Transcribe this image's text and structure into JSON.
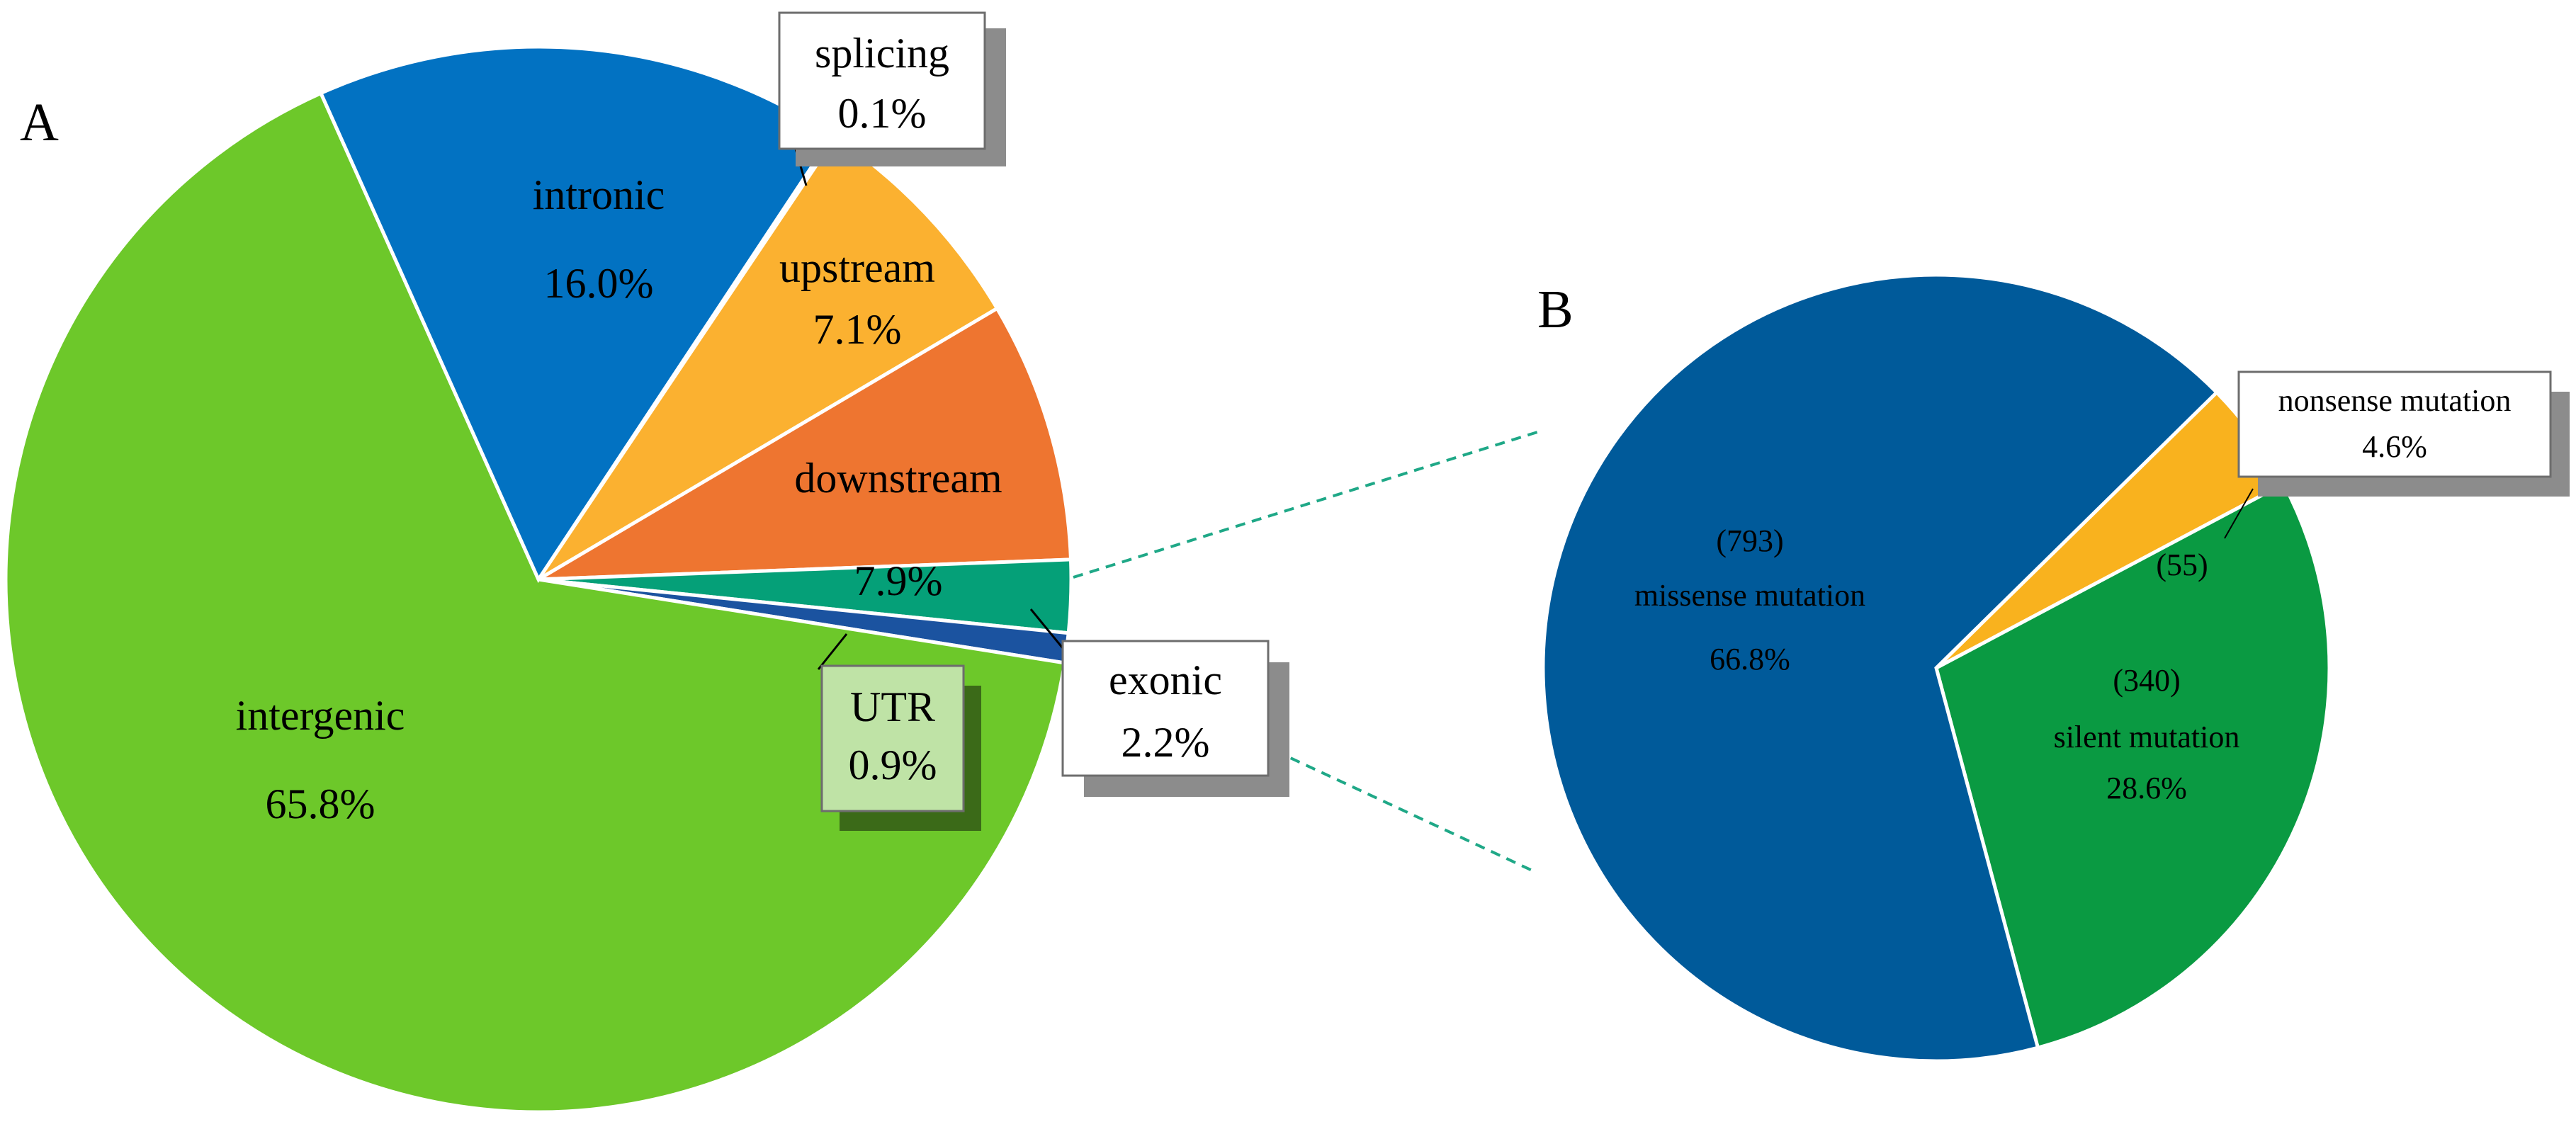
{
  "panels": {
    "a_letter": "A",
    "b_letter": "B"
  },
  "chart_data": [
    {
      "type": "pie",
      "panel": "A",
      "slices": [
        {
          "label": "splicing",
          "value": 0.1,
          "value_text": "0.1%",
          "color": "#72b8e6"
        },
        {
          "label": "upstream",
          "value": 7.1,
          "value_text": "7.1%",
          "color": "#fbb130"
        },
        {
          "label": "downstream",
          "value": 7.9,
          "value_text": "7.9%",
          "color": "#ee7530"
        },
        {
          "label": "exonic",
          "value": 2.2,
          "value_text": "2.2%",
          "color": "#05a078"
        },
        {
          "label": "UTR",
          "value": 0.9,
          "value_text": "0.9%",
          "color": "#1b53a0"
        },
        {
          "label": "intergenic",
          "value": 65.8,
          "value_text": "65.8%",
          "color": "#6dc82a"
        },
        {
          "label": "intronic",
          "value": 16.0,
          "value_text": "16.0%",
          "color": "#0272c2"
        }
      ]
    },
    {
      "type": "pie",
      "panel": "B",
      "slices": [
        {
          "label": "nonsense mutation",
          "count_text": "(55)",
          "value": 4.6,
          "value_text": "4.6%",
          "color": "#f9b21e"
        },
        {
          "label": "silent mutation",
          "count_text": "(340)",
          "value": 28.6,
          "value_text": "28.6%",
          "color": "#0a9a42"
        },
        {
          "label": "missense mutation",
          "count_text": "(793)",
          "value": 66.8,
          "value_text": "66.8%",
          "color": "#005a9a"
        }
      ]
    }
  ]
}
